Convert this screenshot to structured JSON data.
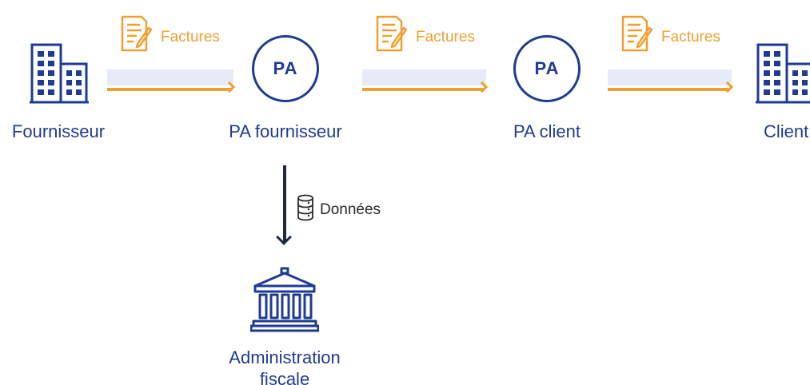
{
  "nodes": {
    "fournisseur": "Fournisseur",
    "pa_fournisseur": "PA fournisseur",
    "pa_client": "PA client",
    "client": "Client",
    "administration_line1": "Administration",
    "administration_line2": "fiscale"
  },
  "pa_badges": [
    "PA",
    "PA"
  ],
  "flows": {
    "factures_1": "Factures",
    "factures_2": "Factures",
    "factures_3": "Factures",
    "donnees": "Données"
  },
  "colors": {
    "node_blue": "#1f3b94",
    "flow_orange": "#f0a030",
    "band_light": "#e6ebf7",
    "data_arrow": "#1b2a44"
  },
  "icons": {
    "supplier": "building-icon",
    "client": "building-icon",
    "invoice": "document-edit-icon",
    "data": "database-icon",
    "administration": "government-building-icon"
  }
}
